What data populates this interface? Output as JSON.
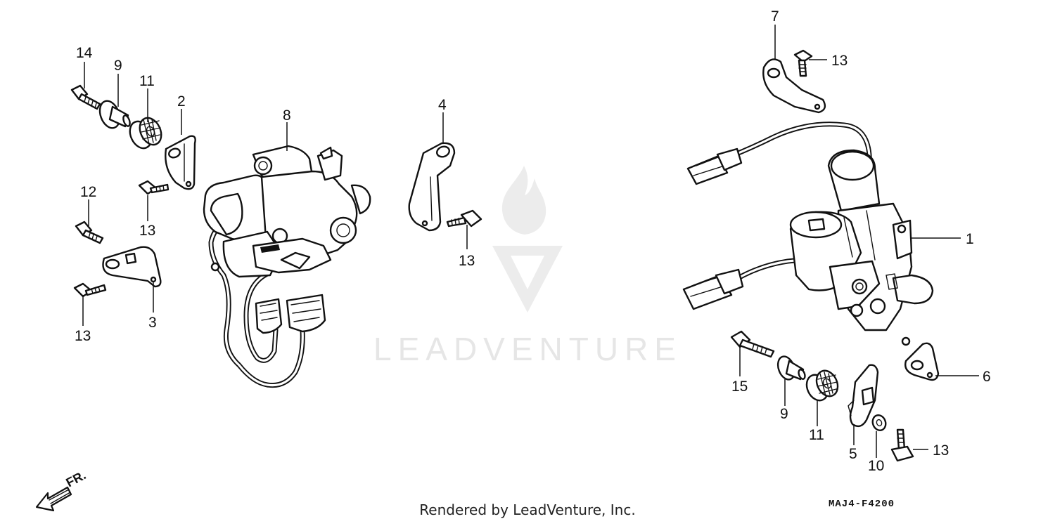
{
  "footer": {
    "rendered_by": "Rendered by LeadVenture, Inc.",
    "diagram_code": "MAJ4-F4200"
  },
  "watermark": {
    "text": "LEADVENTURE"
  },
  "direction_marker": {
    "label": "FR."
  },
  "callouts": {
    "c1": "1",
    "c2": "2",
    "c3": "3",
    "c4": "4",
    "c5": "5",
    "c6": "6",
    "c7": "7",
    "c8": "8",
    "c9a": "9",
    "c9b": "9",
    "c10": "10",
    "c11a": "11",
    "c11b": "11",
    "c12": "12",
    "c13a": "13",
    "c13b": "13",
    "c13c": "13",
    "c13d": "13",
    "c13e": "13",
    "c14": "14",
    "c15": "15"
  }
}
